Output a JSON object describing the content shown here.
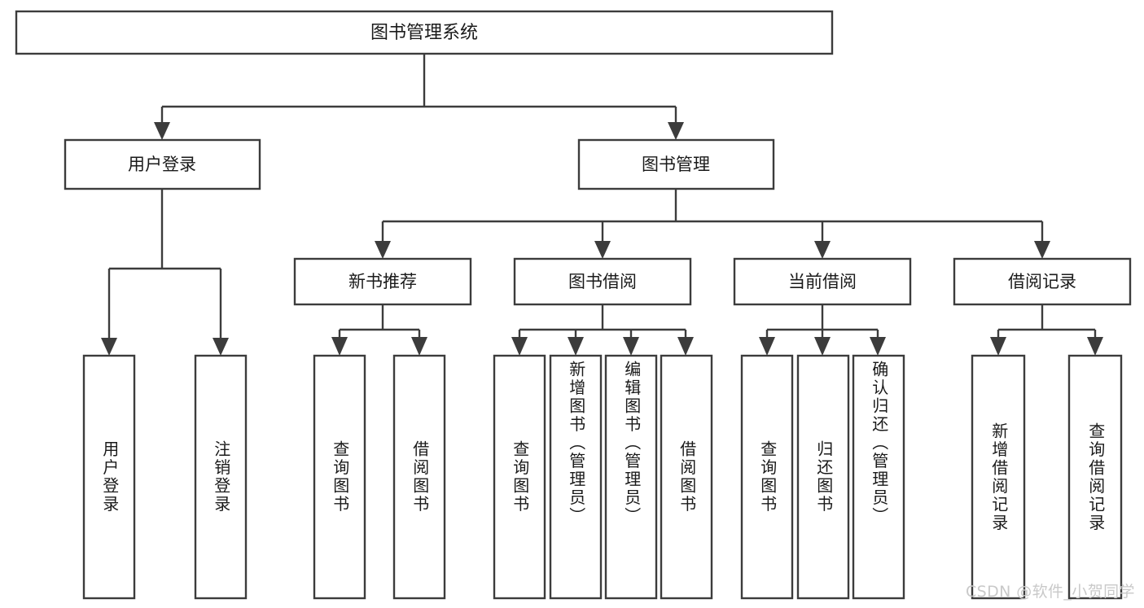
{
  "diagram": {
    "type": "tree",
    "title": "图书管理系统",
    "orientation": "top-down",
    "colors": {
      "box_fill": "#ffffff",
      "box_stroke": "#3c3c3c",
      "text": "#1a1a1a",
      "watermark": "#c9c9c9",
      "background": "#ffffff"
    },
    "root": {
      "label": "图书管理系统"
    },
    "level2": [
      {
        "label": "用户登录"
      },
      {
        "label": "图书管理"
      }
    ],
    "level3": [
      {
        "label": "新书推荐"
      },
      {
        "label": "图书借阅"
      },
      {
        "label": "当前借阅"
      },
      {
        "label": "借阅记录"
      }
    ],
    "leaves": {
      "user_login": [
        {
          "label": "用户登录"
        },
        {
          "label": "注销登录"
        }
      ],
      "new_book_recommend": [
        {
          "label": "查询图书"
        },
        {
          "label": "借阅图书"
        }
      ],
      "book_borrow": [
        {
          "label": "查询图书"
        },
        {
          "label": "新增图书（管理员）"
        },
        {
          "label": "编辑图书（管理员）"
        },
        {
          "label": "借阅图书"
        }
      ],
      "current_borrow": [
        {
          "label": "查询图书"
        },
        {
          "label": "归还图书"
        },
        {
          "label": "确认归还（管理员）"
        }
      ],
      "borrow_record": [
        {
          "label": "新增借阅记录"
        },
        {
          "label": "查询借阅记录"
        }
      ]
    }
  },
  "watermark": {
    "text": "CSDN @软件_小贺同学"
  }
}
